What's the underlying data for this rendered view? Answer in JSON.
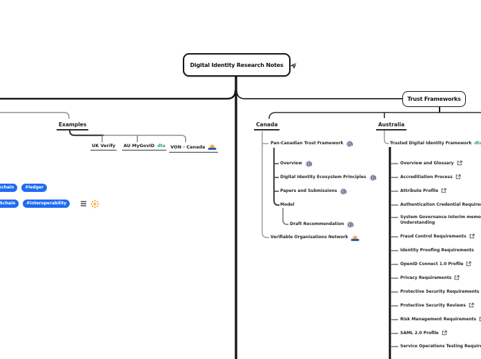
{
  "colors": {
    "tag_blue": "#1e6bf1",
    "dta_green": "#2fa284",
    "sun_orange": "#f59d2f",
    "line_dark": "#161616",
    "line_gray": "#9b9b9b"
  },
  "root": {
    "title": "Digital Identity Research Notes",
    "icon": "paper-plane-icon"
  },
  "left": {
    "examples": {
      "label": "Examples",
      "children": [
        {
          "label": "UK Verify",
          "icon": ""
        },
        {
          "label": "AU MyGovID",
          "icon": "dta-logo-icon"
        },
        {
          "label": "VON - Canada",
          "icon": "sunrise-icon"
        }
      ]
    },
    "tag_rows": [
      {
        "tags": [
          "#blockchain",
          "#ledger"
        ],
        "icons": []
      },
      {
        "tags": [
          "#blockchain",
          "#interoperability"
        ],
        "icons": [
          "notes-icon",
          "sun-icon"
        ]
      }
    ]
  },
  "right": {
    "trust_frameworks": {
      "label": "Trust Frameworks"
    },
    "canada": {
      "label": "Canada",
      "pctf": {
        "label": "Pan-Canadian Trust Framework",
        "icon": "spiral-icon",
        "children": [
          {
            "label": "Overview",
            "icon": "spiral-icon"
          },
          {
            "label": "Digital Identity Ecosystem Principles",
            "icon": "spiral-icon"
          },
          {
            "label": "Papers and Submissions",
            "icon": "spiral-icon"
          },
          {
            "label": "Model",
            "icon": "",
            "children": [
              {
                "label": "Draft Recommendation",
                "icon": "spiral-icon"
              }
            ]
          }
        ]
      },
      "von": {
        "label": "Verifiable Organisations Network",
        "icon": "sunrise-icon"
      }
    },
    "australia": {
      "label": "Australia",
      "tdif": {
        "label": "Trusted Digital Identity Framework",
        "icon": "dta-logo-icon",
        "items": [
          {
            "label": "Overview and Glossary",
            "icon": "external-link-icon"
          },
          {
            "label": "Accreditiation Process",
            "icon": "external-link-icon"
          },
          {
            "label": "Attribute Profile",
            "icon": "external-link-icon"
          },
          {
            "label": "Authenticaiton Credential Requirements",
            "icon": ""
          },
          {
            "label": "System Governance Interim memorandum of\nUnderstanding",
            "icon": ""
          },
          {
            "label": "Fraud Control Requirements",
            "icon": "external-link-icon"
          },
          {
            "label": "Identity Proofing Requirements",
            "icon": ""
          },
          {
            "label": "OpenID Connect 1.0 Profile",
            "icon": "external-link-icon"
          },
          {
            "label": "Privacy Requirements",
            "icon": "external-link-icon"
          },
          {
            "label": "Protective Security Requirements",
            "icon": "external-link-icon"
          },
          {
            "label": "Protective Security Reviews",
            "icon": "external-link-icon"
          },
          {
            "label": "Risk Management Requirements",
            "icon": "external-link-icon"
          },
          {
            "label": "SAML 2.0 Profile",
            "icon": "external-link-icon"
          },
          {
            "label": "Service Operations Testing Requirements",
            "icon": ""
          }
        ]
      }
    }
  },
  "icon_texts": {
    "dta": "dta"
  }
}
